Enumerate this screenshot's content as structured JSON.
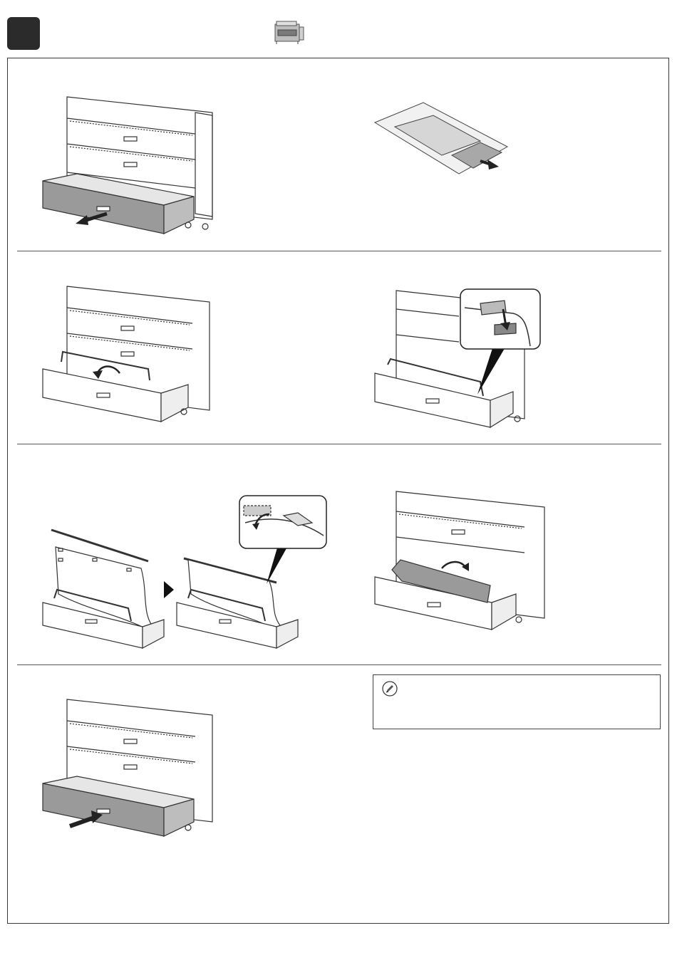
{
  "page": {
    "step_tab": {
      "icon": "step-marker"
    },
    "header_icon": "printer-icon"
  },
  "figures": [
    {
      "id": "pull-out-drawer",
      "icon": "pull-arrow"
    },
    {
      "id": "open-bag",
      "icon": "pull-arrow"
    },
    {
      "id": "raise-stacker-frame",
      "icon": "curved-arrow"
    },
    {
      "id": "press-lock-lever",
      "icon": "press-arrow"
    },
    {
      "id": "attach-bar",
      "icon": "next-step-triangle"
    },
    {
      "id": "fold-sheet-down",
      "icon": "curved-arrow"
    },
    {
      "id": "push-drawer-in",
      "icon": "push-arrow"
    }
  ],
  "note": {
    "icon": "pencil-note-icon",
    "text": ""
  },
  "colors": {
    "tab": "#2b2b2b",
    "line": "#333333",
    "gray_part": "#9a9a9a",
    "light_gray": "#d9d9d9"
  }
}
